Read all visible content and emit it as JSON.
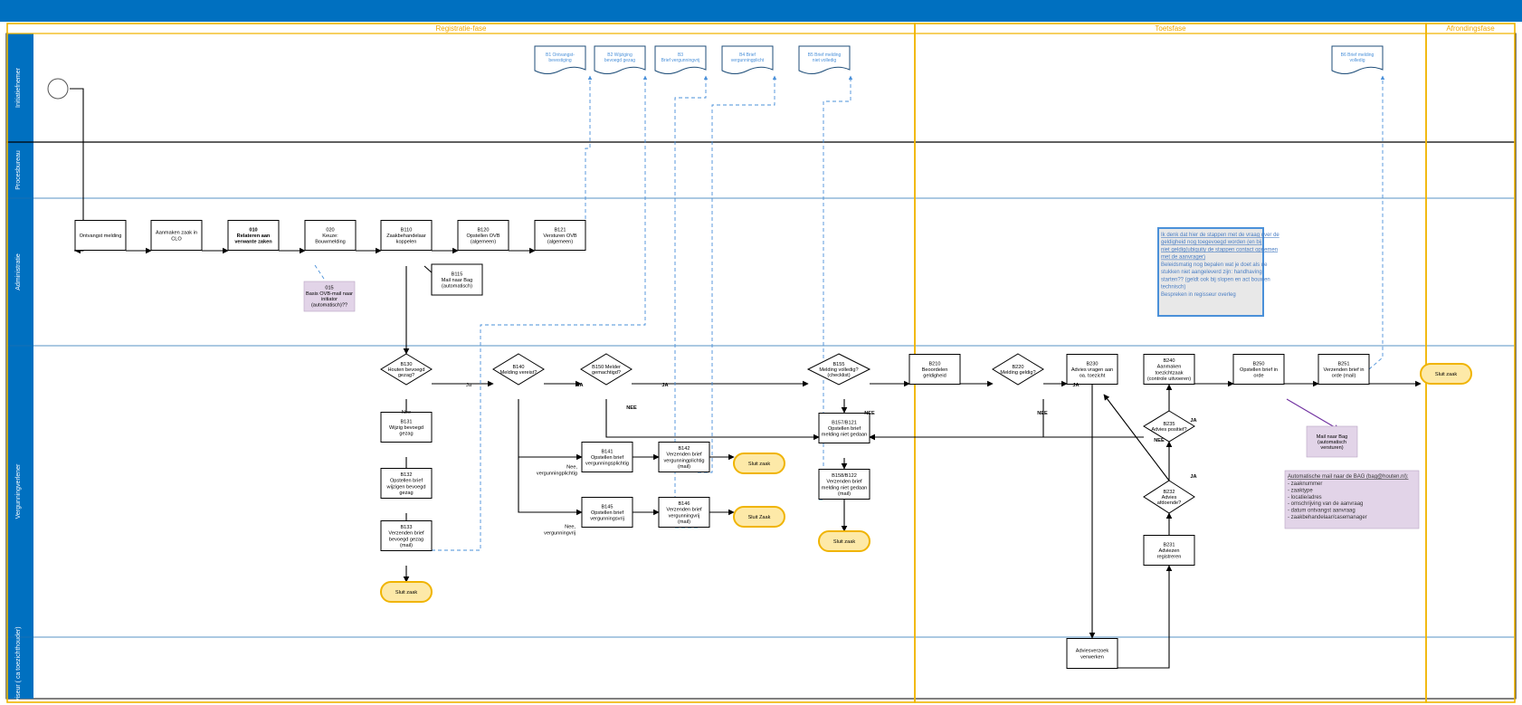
{
  "phases": [
    {
      "id": "registratie",
      "label": "Registratie-fase"
    },
    {
      "id": "toets",
      "label": "Toetsfase"
    },
    {
      "id": "afronding",
      "label": "Afrondingsfase"
    }
  ],
  "lanes": [
    {
      "id": "initiatiefnemer",
      "label": "Initiatiefnemer"
    },
    {
      "id": "procesbureau",
      "label": "Procesbureau"
    },
    {
      "id": "administratie",
      "label": "Administratie"
    },
    {
      "id": "vergunningverlener",
      "label": "Vergunningverlener"
    },
    {
      "id": "adviseur",
      "label": "Adviseur ( ca toezichthouder)"
    }
  ],
  "documents": [
    {
      "id": "d1",
      "lines": [
        "B1 Ontvangst-",
        "bevestiging"
      ]
    },
    {
      "id": "d2",
      "lines": [
        "B2 Wijziging",
        "bevoegd gezag"
      ]
    },
    {
      "id": "d3",
      "lines": [
        "B3",
        "Brief vergunningvrij"
      ]
    },
    {
      "id": "d4",
      "lines": [
        "B4 Brief",
        "vergunningplicht"
      ]
    },
    {
      "id": "d5",
      "lines": [
        "B5 Brief melding",
        "niet volledig"
      ]
    },
    {
      "id": "d6",
      "lines": [
        "B6 Brief melding",
        "volledig"
      ]
    }
  ],
  "nodes": [
    {
      "id": "n_ontvangst",
      "lines": [
        "Ontvangst melding"
      ]
    },
    {
      "id": "n_aanmaken",
      "lines": [
        "Aanmaken zaak in",
        "CLO"
      ]
    },
    {
      "id": "n_010",
      "lines": [
        "010",
        "Relateren aan",
        "verwante zaken"
      ],
      "bold": true
    },
    {
      "id": "n_020",
      "lines": [
        "020",
        "Keuze:",
        "Bouwmelding"
      ]
    },
    {
      "id": "n_b110",
      "lines": [
        "B110",
        "Zaakbehandelaar",
        "koppelen"
      ]
    },
    {
      "id": "n_b120",
      "lines": [
        "B120",
        "Opstellen OVB",
        "(algemeen)"
      ]
    },
    {
      "id": "n_b121",
      "lines": [
        "B121",
        "Versturen OVB",
        "(algemeen)"
      ]
    },
    {
      "id": "n_b115",
      "lines": [
        "B115",
        "Mail naar Bag",
        "(automatisch)"
      ]
    },
    {
      "id": "n_b131",
      "lines": [
        "B131",
        "Wijzig bevoegd",
        "gezag"
      ]
    },
    {
      "id": "n_b132",
      "lines": [
        "B132",
        "Opstellen brief",
        "wijzigen bevoegd",
        "gezag"
      ]
    },
    {
      "id": "n_b133",
      "lines": [
        "B133",
        "Verzenden brief",
        "bevoegd gezag",
        "(mail)"
      ]
    },
    {
      "id": "n_b141",
      "lines": [
        "B141",
        "Opstellen brief",
        "vergunningsplichtig"
      ]
    },
    {
      "id": "n_b142",
      "lines": [
        "B142",
        "Verzenden brief",
        "vergunningplichtig",
        "(mail)"
      ]
    },
    {
      "id": "n_b145",
      "lines": [
        "B145",
        "Opstellen brief",
        "vergunningsvrij"
      ]
    },
    {
      "id": "n_b146",
      "lines": [
        "B146",
        "Verzenden brief",
        "vergunningvrij",
        "(mail)"
      ]
    },
    {
      "id": "n_b157",
      "lines": [
        "B157/B121",
        "Opstellen brief",
        "melding niet gedaan"
      ]
    },
    {
      "id": "n_b158",
      "lines": [
        "B158/B122",
        "Verzenden brief",
        "melding niet gedaan",
        "(mail)"
      ]
    },
    {
      "id": "n_b210",
      "lines": [
        "B210",
        "Beoordelen",
        "geldigheid"
      ]
    },
    {
      "id": "n_b230",
      "lines": [
        "B230",
        "Advies vragen aan",
        "oa. toezicht"
      ]
    },
    {
      "id": "n_b240",
      "lines": [
        "B240",
        "Aanmaken",
        "toezichtzaak",
        "(controle uitvoeren)"
      ]
    },
    {
      "id": "n_b250",
      "lines": [
        "B250",
        "Opstellen brief in",
        "orde"
      ]
    },
    {
      "id": "n_b251",
      "lines": [
        "B251",
        "Verzenden brief in",
        "orde (mail)"
      ]
    },
    {
      "id": "n_b231",
      "lines": [
        "B231",
        "Adviezen",
        "registreren"
      ]
    },
    {
      "id": "n_adviesverzoek",
      "lines": [
        "Adviesverzoek",
        "verwerken"
      ]
    }
  ],
  "decisions": [
    {
      "id": "g_b130",
      "lines": [
        "B130",
        "Houten bevoegd",
        "gezag?"
      ]
    },
    {
      "id": "g_b140",
      "lines": [
        "B140",
        "Melding vereist?"
      ]
    },
    {
      "id": "g_b150",
      "lines": [
        "B150 Melder",
        "gemachtigd?"
      ]
    },
    {
      "id": "g_b155",
      "lines": [
        "B155",
        "Melding volledig?",
        "(checklist)"
      ]
    },
    {
      "id": "g_b220",
      "lines": [
        "B220",
        "Melding geldig?"
      ]
    },
    {
      "id": "g_b235",
      "lines": [
        "B235",
        "Advies positief?"
      ]
    },
    {
      "id": "g_b232",
      "lines": [
        "B232",
        "Advies",
        "afdoende?"
      ]
    }
  ],
  "terminators": [
    {
      "id": "t_b133",
      "label": "Sluit zaak"
    },
    {
      "id": "t_b142",
      "label": "Sluit zaak"
    },
    {
      "id": "t_b146",
      "label": "Sluit Zaak"
    },
    {
      "id": "t_b158",
      "label": "Sluit zaak"
    },
    {
      "id": "t_end",
      "label": "Sluit zaak"
    }
  ],
  "edge_labels": [
    {
      "id": "e_ja1",
      "text": "Ja"
    },
    {
      "id": "e_ja2",
      "text": "JA"
    },
    {
      "id": "e_ja3",
      "text": "JA"
    },
    {
      "id": "e_nee1",
      "text": "Nee"
    },
    {
      "id": "e_nee2",
      "text": "NEE"
    },
    {
      "id": "e_nee3",
      "text": "NEE"
    },
    {
      "id": "e_nee4",
      "text": "NEE"
    },
    {
      "id": "e_ja4",
      "text": "JA"
    },
    {
      "id": "e_nee5",
      "text": "NEE"
    },
    {
      "id": "e_ja5",
      "text": "JA"
    },
    {
      "id": "e_ja6",
      "text": "JA"
    },
    {
      "id": "e_vplicht",
      "lines": [
        "Nee,",
        "vergunningplichtig"
      ]
    },
    {
      "id": "e_vvrij",
      "lines": [
        "Nee,",
        "vergunningvrij"
      ]
    }
  ],
  "notes": {
    "n015": {
      "lines": [
        "015",
        "Basis OVB-mail naar",
        "initiator",
        "(automatisch)??"
      ]
    },
    "mailbag": {
      "lines": [
        "Mail naar Bag",
        "(automatisch",
        "versturen)"
      ]
    },
    "bag": {
      "title": "Automatische mail naar de BAG (bag@houten.nl):",
      "items": [
        "- zaaknummer",
        "- zaaktype",
        "- locatie/adres",
        "- omschrijving van de aanvraag",
        "- datum ontvangst aanvraag",
        "- zaakbehandelaar/casemanager"
      ]
    },
    "comment": {
      "link_lines": [
        "Ik denk dat hier de stappen met de vraag over de",
        "geldigheid nog toegevoegd worden (en bij",
        "niet geldig(ubiquity de stappen contact opnemen",
        "met de aanvrager)"
      ],
      "lines": [
        "Beleidsmatig nog bepalen wat je doet als de",
        "stukken niet aangeleverd zijn: handhaving",
        "starten?? (geldt ook bij slopen en act bouwen",
        "technisch)",
        "Bespreken in regisseur overleg"
      ]
    }
  },
  "colors": {
    "lane_bar": "#0070c0",
    "phase_line": "#f0b400",
    "doc_line": "#4a90d9",
    "terminator_fill": "#fde9a8",
    "terminator_stroke": "#f0b400",
    "purple_fill": "#e2d4e8",
    "purple_arrow": "#7030a0",
    "comment_fill": "#e8e8e8",
    "comment_stroke": "#4a90d9"
  }
}
